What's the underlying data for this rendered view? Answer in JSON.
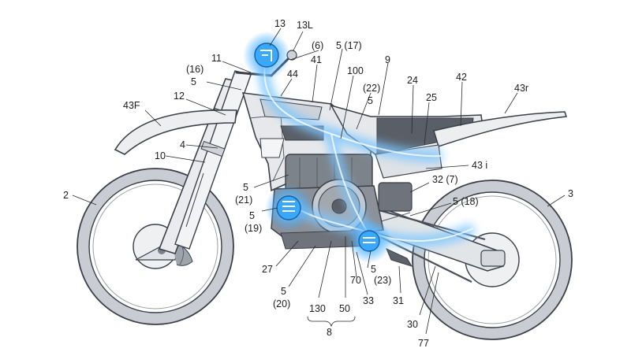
{
  "colors": {
    "outline": "#3a3f48",
    "tire": "#c9cdd3",
    "frame": "#e6e8eb",
    "fender": "#eceef0",
    "engine": "#8c9199",
    "glow": "#3aa8ff",
    "glow_core": "#d9f1ff"
  },
  "labels": {
    "l13": "13",
    "l13L": "13L",
    "l6": "(6)",
    "l5_17": "5 (17)",
    "l9": "9",
    "l11": "11",
    "l41": "41",
    "l100": "100",
    "l16": "(16)",
    "l5a": "5",
    "l44": "44",
    "l22": "(22)",
    "l5b": "5",
    "l24": "24",
    "l42": "42",
    "l43r": "43r",
    "l12": "12",
    "l25": "25",
    "l43F": "43F",
    "l4": "4",
    "l10": "10",
    "l43i": "43 i",
    "l32_7": "32 (7)",
    "l5c": "5",
    "l21": "(21)",
    "l2": "2",
    "l3": "3",
    "l5_18": "5 (18)",
    "l5d": "5",
    "l19": "(19)",
    "l27": "27",
    "l5e": "5",
    "l23": "(23)",
    "l70": "70",
    "l5f": "5",
    "l20": "(20)",
    "l33": "33",
    "l31": "31",
    "l130": "130",
    "l50": "50",
    "l8": "8",
    "l30": "30",
    "l77": "77"
  }
}
